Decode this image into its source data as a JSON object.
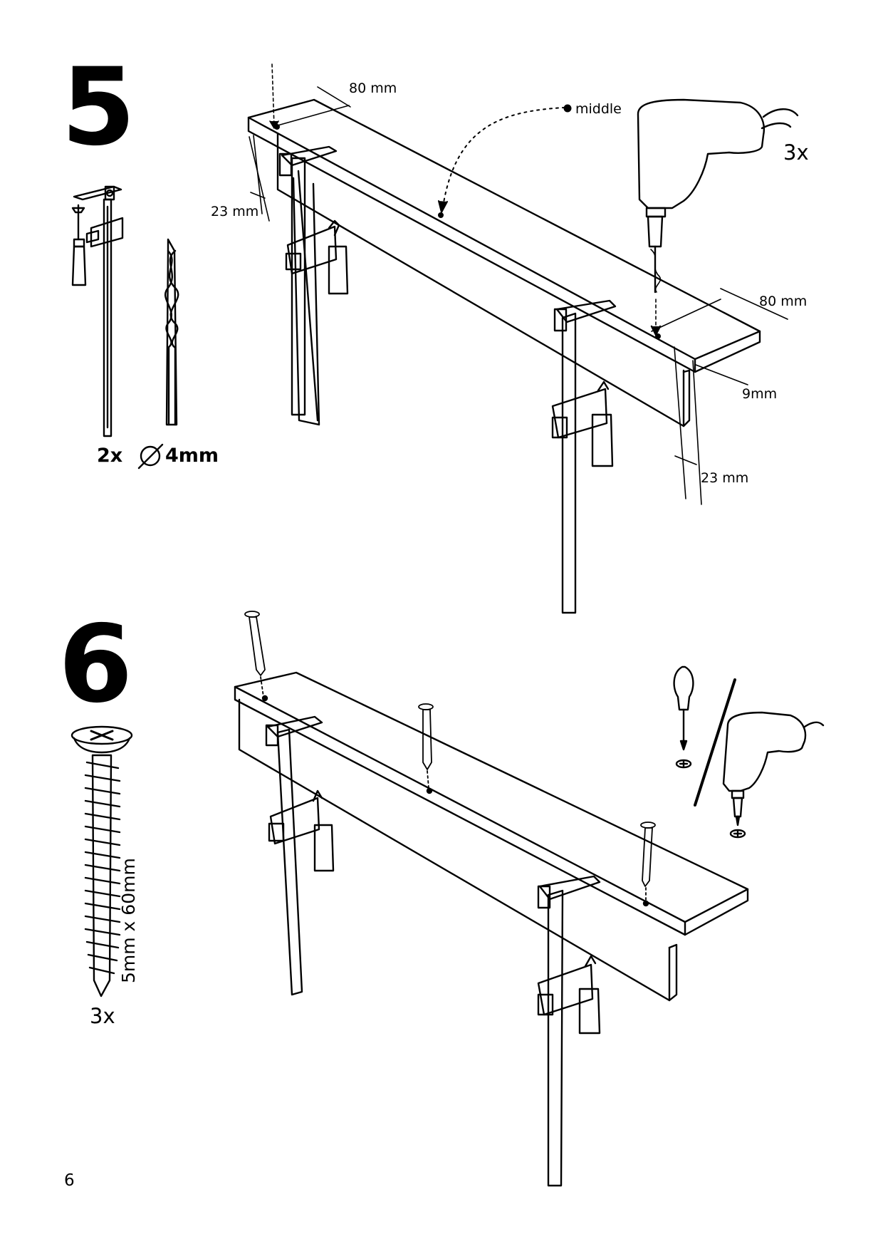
{
  "step5": {
    "number": "5",
    "clamp_qty": "2x",
    "drill_bit_size": "4mm",
    "drill_qty": "3x",
    "labels": {
      "top_offset": "80 mm",
      "middle": "middle",
      "left_edge": "23 mm",
      "right_offset": "80 mm",
      "depth": "9mm",
      "right_edge": "23 mm"
    }
  },
  "step6": {
    "number": "6",
    "screw_size": "5mm x 60mm",
    "screw_qty": "3x"
  },
  "page": {
    "number": "6"
  },
  "icons": [
    "clamp-icon",
    "drill-bit-icon",
    "diameter-icon",
    "power-drill-icon",
    "screw-icon",
    "screwdriver-icon",
    "phillips-head-icon"
  ]
}
